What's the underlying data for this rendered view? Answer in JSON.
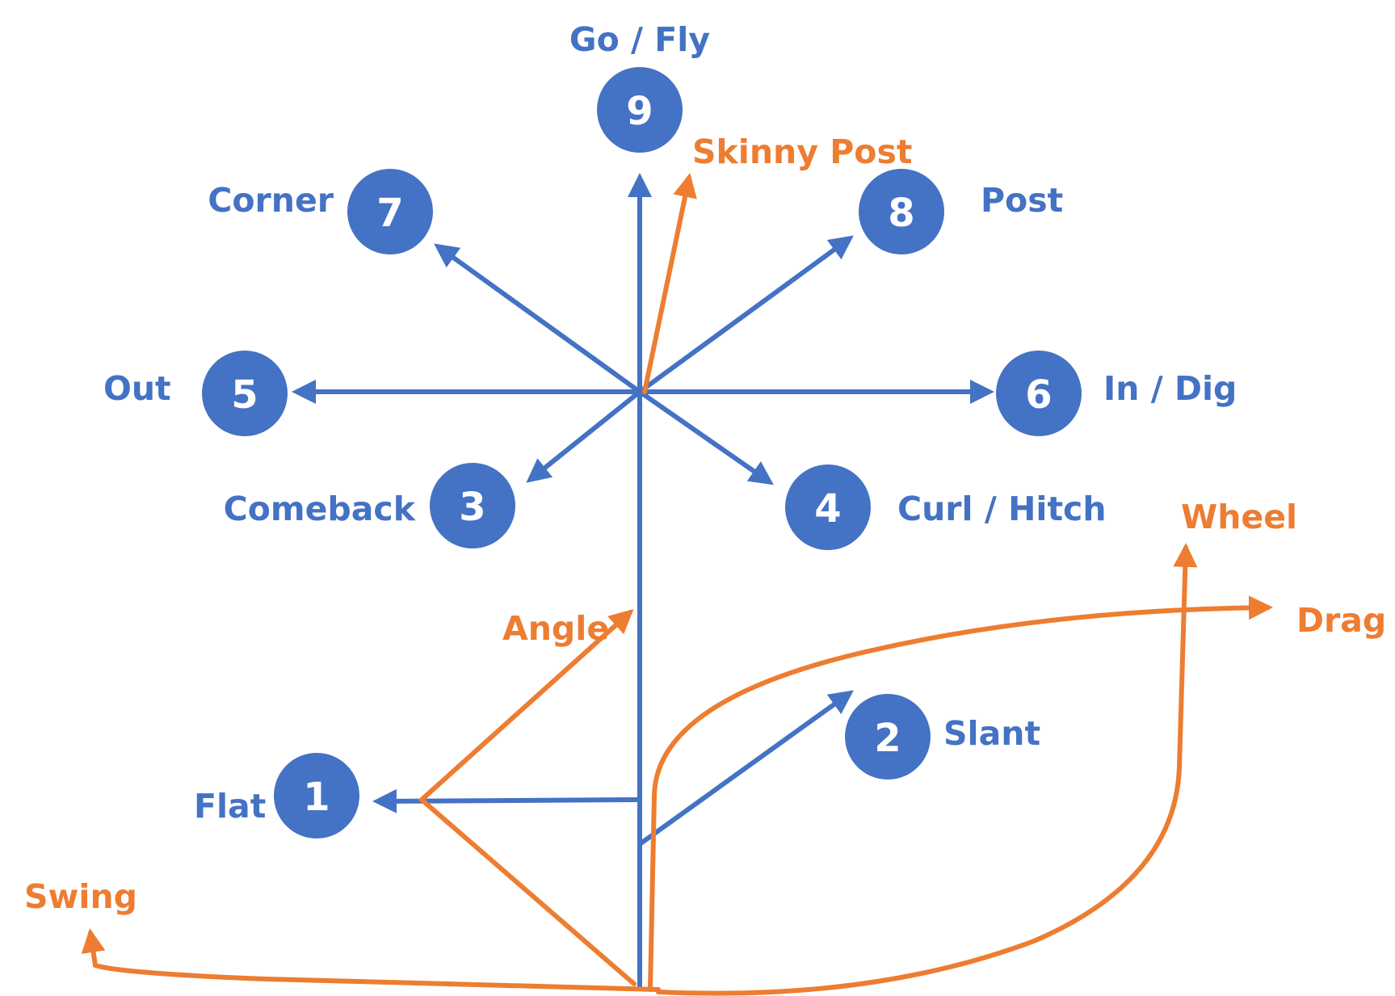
{
  "colors": {
    "primary_route": "#4472C4",
    "secondary_route": "#ED7D31",
    "number_text": "#FFFFFF",
    "background": "#FFFFFF"
  },
  "routes": {
    "r1": {
      "number": "1",
      "name": "Flat"
    },
    "r2": {
      "number": "2",
      "name": "Slant"
    },
    "r3": {
      "number": "3",
      "name": "Comeback"
    },
    "r4": {
      "number": "4",
      "name": "Curl / Hitch"
    },
    "r5": {
      "number": "5",
      "name": "Out"
    },
    "r6": {
      "number": "6",
      "name": "In / Dig"
    },
    "r7": {
      "number": "7",
      "name": "Corner"
    },
    "r8": {
      "number": "8",
      "name": "Post"
    },
    "r9": {
      "number": "9",
      "name": "Go / Fly"
    }
  },
  "other_routes": {
    "skinny_post": "Skinny Post",
    "wheel": "Wheel",
    "drag": "Drag",
    "angle": "Angle",
    "swing": "Swing"
  }
}
